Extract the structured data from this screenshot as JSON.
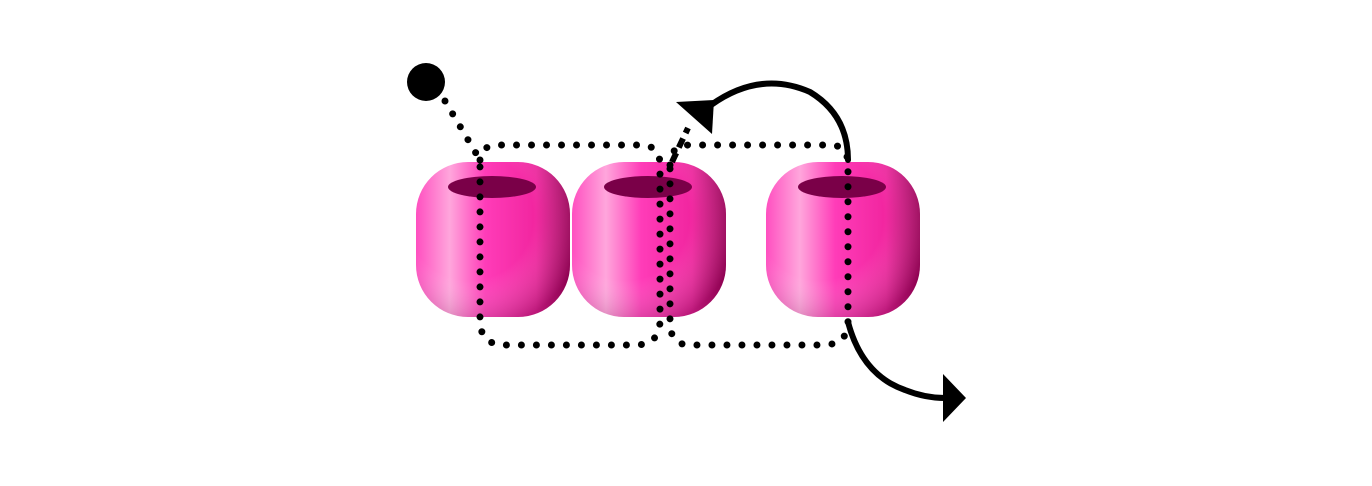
{
  "diagram": {
    "kind": "bead-stitch-path",
    "bead_count": 3,
    "beads": [
      {
        "id": "bead-1",
        "order": 1
      },
      {
        "id": "bead-2",
        "order": 2
      },
      {
        "id": "bead-3",
        "order": 3
      }
    ],
    "colors": {
      "bead_highlight": "#ffa6dc",
      "bead_base": "#ff2fb4",
      "bead_shadow": "#a8005f",
      "bead_hole": "#7a0048",
      "thread": "#000000",
      "background": "#ffffff"
    },
    "path": {
      "start_marker": "filled-circle",
      "hidden_thread_style": "dotted",
      "visible_thread_style": "solid",
      "end_marker": "arrowhead"
    }
  }
}
